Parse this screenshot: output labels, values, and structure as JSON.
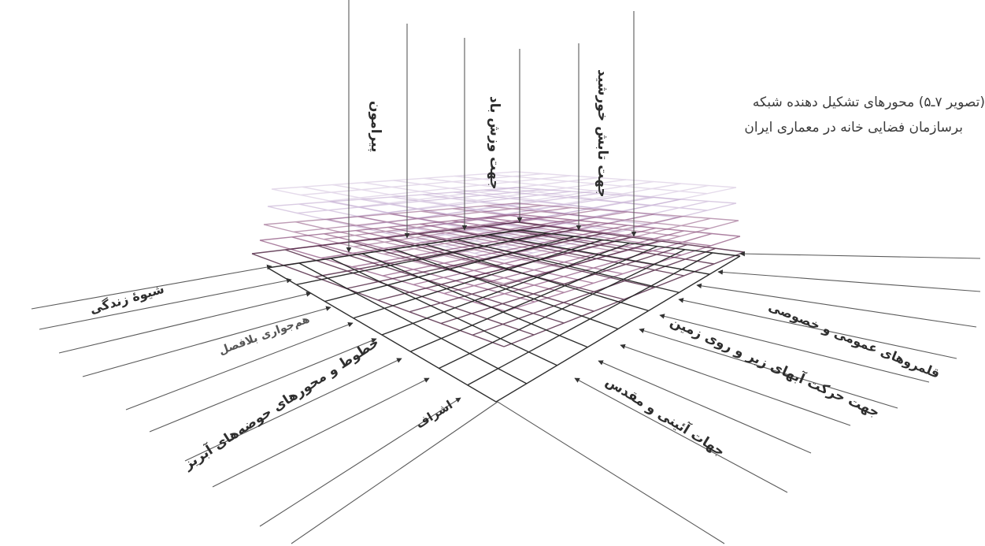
{
  "caption": {
    "line1": "(تصویر ۷ـ۵) محورهای تشکیل دهنده شبکه",
    "line2": "برسازمان فضایی خانه در معماری ایران"
  },
  "labels": {
    "sun_direction": "جهت تابش خورشید",
    "wind_direction": "جهت وزش باد",
    "surroundings": "پیرامون",
    "lifestyle": "شیوهٔ زندگی",
    "adjacency": "هم‌جواری بلافصل",
    "pool_axes": "خطوط و محورهای حوضه‌های آبریز",
    "overlooking": "اشراف",
    "public_private": "قلمروهای عمومی و خصوصی",
    "water_movement": "جهت حرکت آبهای زیر و روی زمین",
    "ritual": "جهات آئینی و مقدس"
  },
  "colors": {
    "grid_dark": "#4a1f3d",
    "grid_mid": "#8a4d7a",
    "grid_light": "#b79ac8",
    "line": "#5a5a5a",
    "text": "#2e2e2e"
  }
}
